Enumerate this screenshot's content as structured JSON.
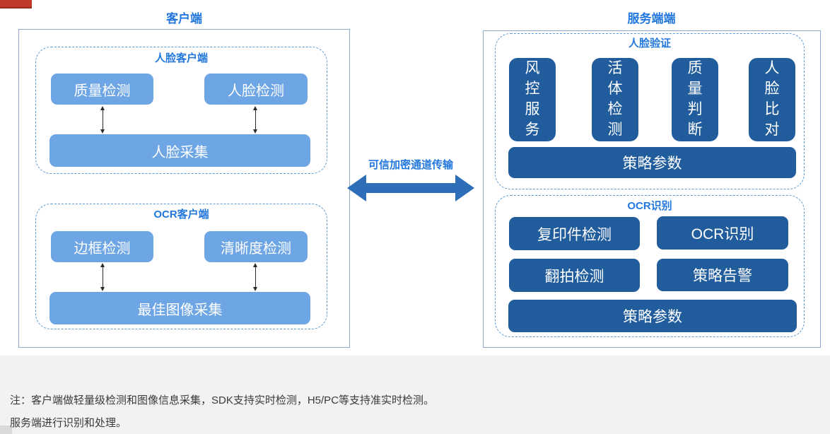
{
  "client": {
    "title": "客户端",
    "face_group": {
      "label": "人脸客户端",
      "top_boxes": [
        "质量检测",
        "人脸检测"
      ],
      "bottom_box": "人脸采集"
    },
    "ocr_group": {
      "label": "OCR客户端",
      "top_boxes": [
        "边框检测",
        "清晰度检测"
      ],
      "bottom_box": "最佳图像采集"
    }
  },
  "channel": {
    "label": "可信加密通道传输"
  },
  "server": {
    "title": "服务端端",
    "face_group": {
      "label": "人脸验证",
      "vertical_boxes": [
        "风控服务",
        "活体检测",
        "质量判断",
        "人脸比对"
      ],
      "bottom_box": "策略参数"
    },
    "ocr_group": {
      "label": "OCR识别",
      "grid_boxes": [
        "复印件检测",
        "OCR识别",
        "翻拍检测",
        "策略告警"
      ],
      "bottom_box": "策略参数"
    }
  },
  "notes": {
    "line1": "注：客户端做轻量级检测和图像信息采集，SDK支持实时检测，H5/PC等支持准实时检测。",
    "line2": "服务端进行识别和处理。"
  },
  "colors": {
    "title_blue": "#2277DD",
    "box_light_blue": "#6EA5E4",
    "box_dark_blue": "#215C9C",
    "border_solid": "#8FA9CD",
    "border_dashed": "#5B9BD5",
    "arrow_blue": "#2E6DB8",
    "arrow_dark": "#2B2B2B",
    "note_text": "#3A3A3A",
    "red_marker": "#C0392B",
    "footer_bg": "#F2F2F2"
  }
}
